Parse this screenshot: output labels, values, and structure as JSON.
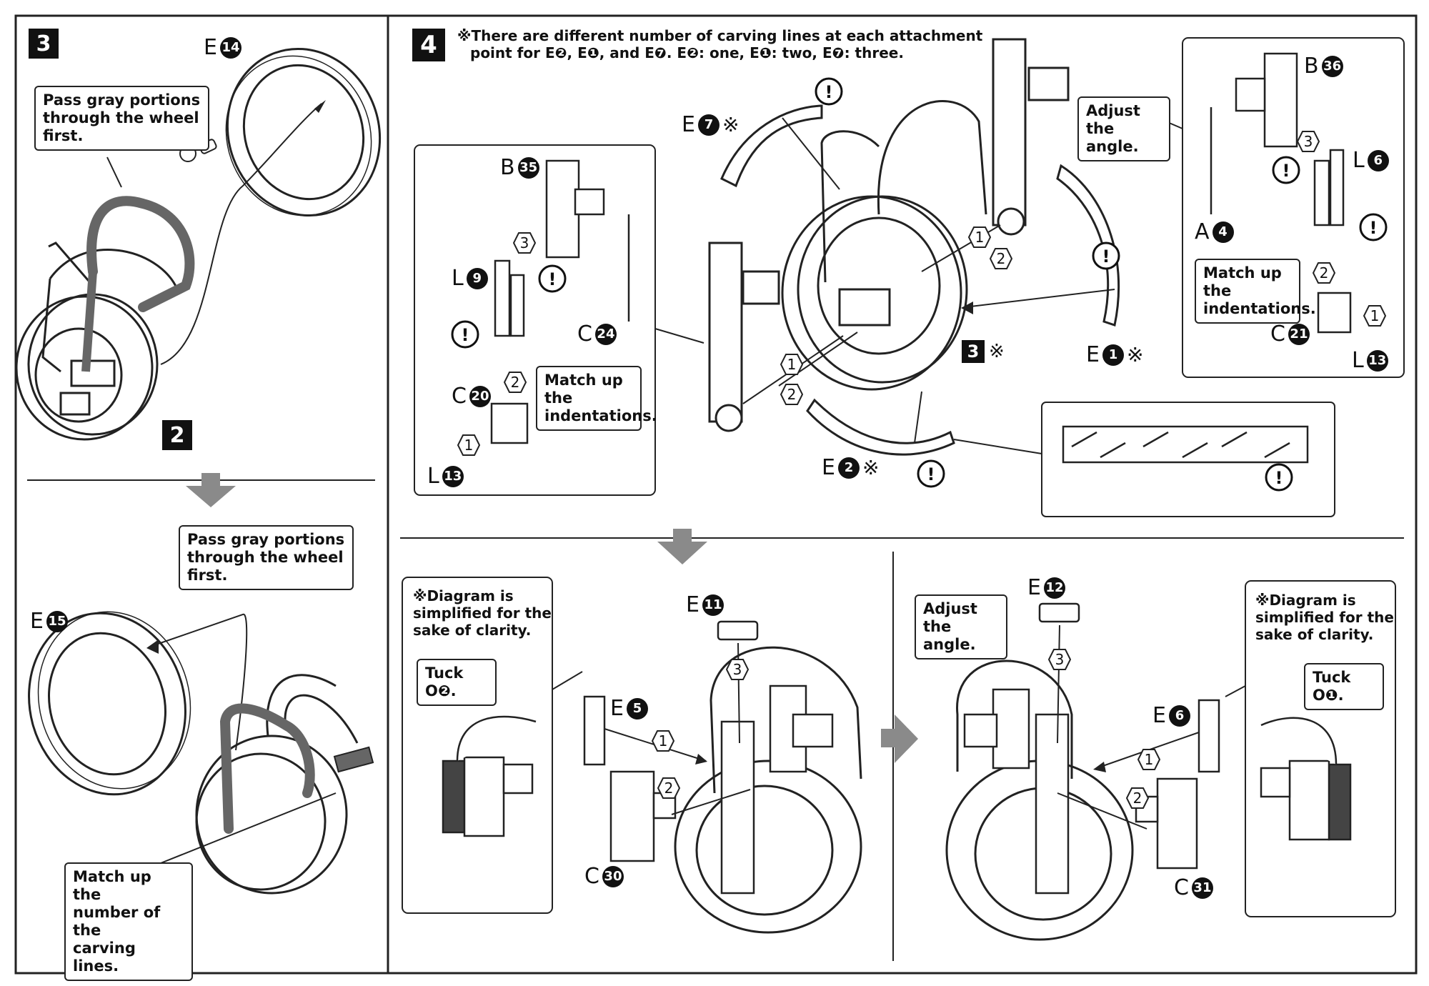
{
  "step3": {
    "number": "3",
    "sub_number": "2",
    "part_e14": {
      "letter": "E",
      "num": "14"
    },
    "part_e15": {
      "letter": "E",
      "num": "15"
    },
    "callout_top": "Pass gray portions\nthrough the wheel first.",
    "callout_bottom": "Pass gray portions\nthrough the wheel first.",
    "callout_carving": "Match up the\nnumber of the\ncarving lines."
  },
  "step4": {
    "number": "4",
    "note_line1": "※There are different number of carving lines at each attachment",
    "note_line2": "point for E❷, E❶, and E❼. E❷: one, E❶: two, E❼: three.",
    "ref_step": "3",
    "ref_mark": "※",
    "part_e7": {
      "letter": "E",
      "num": "7",
      "mark": "※"
    },
    "part_e1": {
      "letter": "E",
      "num": "1",
      "mark": "※"
    },
    "part_e2": {
      "letter": "E",
      "num": "2",
      "mark": "※"
    },
    "callout_adjust": "Adjust the\nangle.",
    "inset_left": {
      "part_b35": {
        "letter": "B",
        "num": "35"
      },
      "part_l9": {
        "letter": "L",
        "num": "9"
      },
      "part_c24": {
        "letter": "C",
        "num": "24"
      },
      "part_c20": {
        "letter": "C",
        "num": "20"
      },
      "part_l13": {
        "letter": "L",
        "num": "13"
      },
      "callout": "Match up the\nindentations.",
      "steps": [
        "3",
        "2",
        "1"
      ]
    },
    "inset_right": {
      "part_b36": {
        "letter": "B",
        "num": "36"
      },
      "part_l6": {
        "letter": "L",
        "num": "6"
      },
      "part_a4": {
        "letter": "A",
        "num": "4"
      },
      "part_c21": {
        "letter": "C",
        "num": "21"
      },
      "part_l13": {
        "letter": "L",
        "num": "13"
      },
      "callout": "Match up the\nindentations.",
      "steps": [
        "3",
        "2",
        "1"
      ]
    },
    "main_steps": [
      "1",
      "2",
      "1",
      "2"
    ],
    "lower_left": {
      "part_e11": {
        "letter": "E",
        "num": "11"
      },
      "part_e5": {
        "letter": "E",
        "num": "5"
      },
      "part_c30": {
        "letter": "C",
        "num": "30"
      },
      "note": "※Diagram is\nsimplified for the\nsake of clarity.",
      "tuck": "Tuck O❷.",
      "steps": [
        "3",
        "1",
        "2"
      ]
    },
    "lower_right": {
      "part_e12": {
        "letter": "E",
        "num": "12"
      },
      "part_e6": {
        "letter": "E",
        "num": "6"
      },
      "part_c31": {
        "letter": "C",
        "num": "31"
      },
      "note": "※Diagram is\nsimplified for the\nsake of clarity.",
      "tuck": "Tuck O❶.",
      "adjust": "Adjust the\nangle.",
      "steps": [
        "3",
        "1",
        "2"
      ]
    }
  },
  "colors": {
    "ink": "#111111",
    "gray_part": "#666666",
    "arrow_gray": "#8a8a8a",
    "panel_border": "#222222"
  }
}
